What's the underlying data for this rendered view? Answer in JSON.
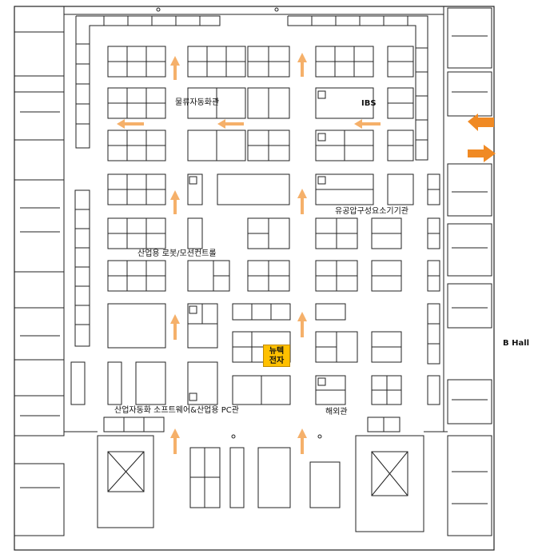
{
  "labels": {
    "logistics_hall": "물류자동화관",
    "ibs": "IBS",
    "hydraulic_hall": "유공압구성요소기기관",
    "robot_hall": "산업용 로봇/모션컨트롤",
    "software_hall": "산업자동화 소프트웨어&산업용 PC관",
    "overseas_hall": "해외관",
    "b_hall": "B Hall"
  },
  "highlight": {
    "line1": "뉴텍",
    "line2": "전자",
    "color": "#ffc000"
  },
  "colors": {
    "arrow": "#f5b06a",
    "arrow_big": "#f08a24",
    "line": "#222222"
  }
}
